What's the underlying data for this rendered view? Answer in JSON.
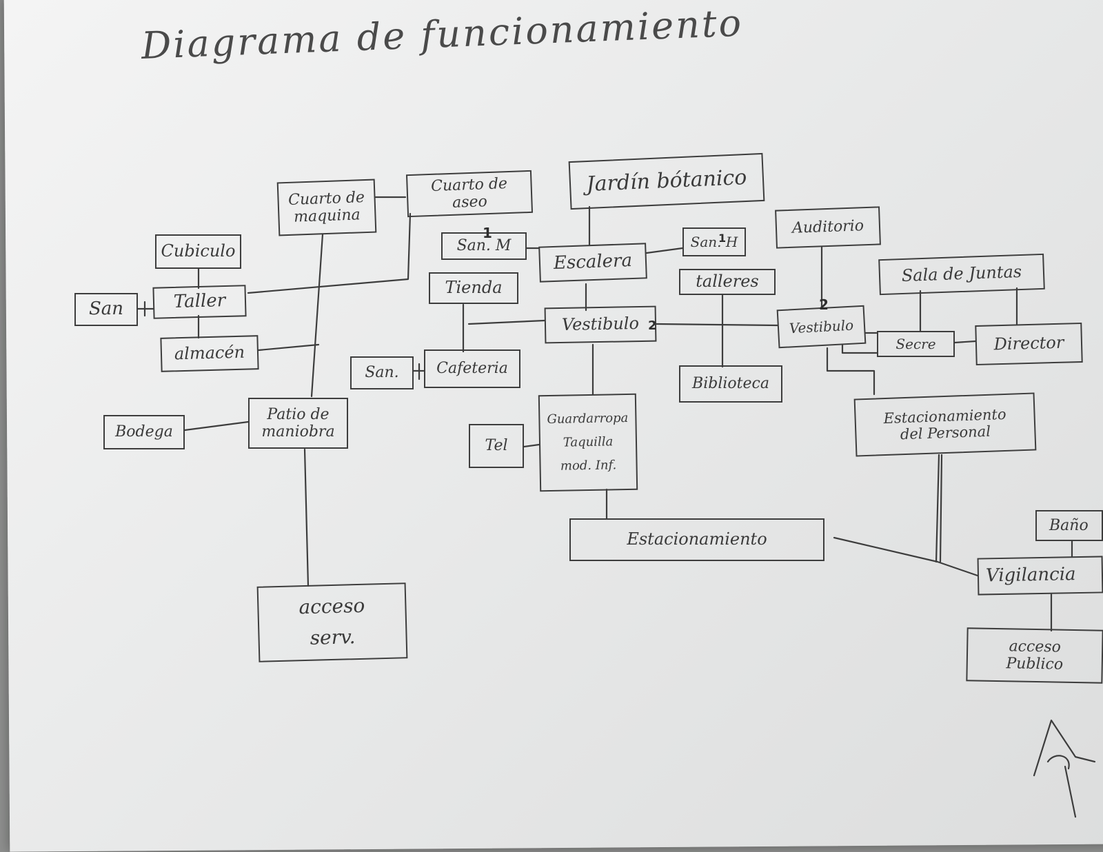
{
  "title": "Diagrama de funcionamiento",
  "nodes": {
    "cuarto_maquina": "Cuarto de\nmaquina",
    "cuarto_aseo": "Cuarto de\naseo",
    "jardin": "Jardín bótanico",
    "cubiculo": "Cubiculo",
    "taller": "Taller",
    "san_taller": "San",
    "almacen": "almacén",
    "san_m": "San. M",
    "escalera": "Escalera",
    "san_h": "San. H",
    "tienda": "Tienda",
    "auditorio": "Auditorio",
    "talleres": "talleres",
    "sala_juntas": "Sala de Juntas",
    "vestibulo1": "Vestibulo",
    "vestibulo2": "Vestibulo",
    "secre": "Secre",
    "director": "Director",
    "san_cafeteria": "San.",
    "cafeteria": "Cafeteria",
    "biblioteca": "Biblioteca",
    "bodega": "Bodega",
    "patio": "Patio de\nmaniobra",
    "guardarropa": "Guardarropa\nTaquilla\nmod. Inf.",
    "tel": "Tel",
    "est_personal": "Estacionamiento\ndel Personal",
    "estacionamiento": "Estacionamiento",
    "bano": "Baño",
    "vigilancia": "Vigilancia",
    "acceso_serv": "acceso\nserv.",
    "acceso_publico": "acceso\nPublico"
  },
  "marks": {
    "m1": "1",
    "m2": "1",
    "m3": "2",
    "m4": "2"
  },
  "colors": {
    "ink": "#3d3d3d",
    "paper": "#ececec"
  }
}
